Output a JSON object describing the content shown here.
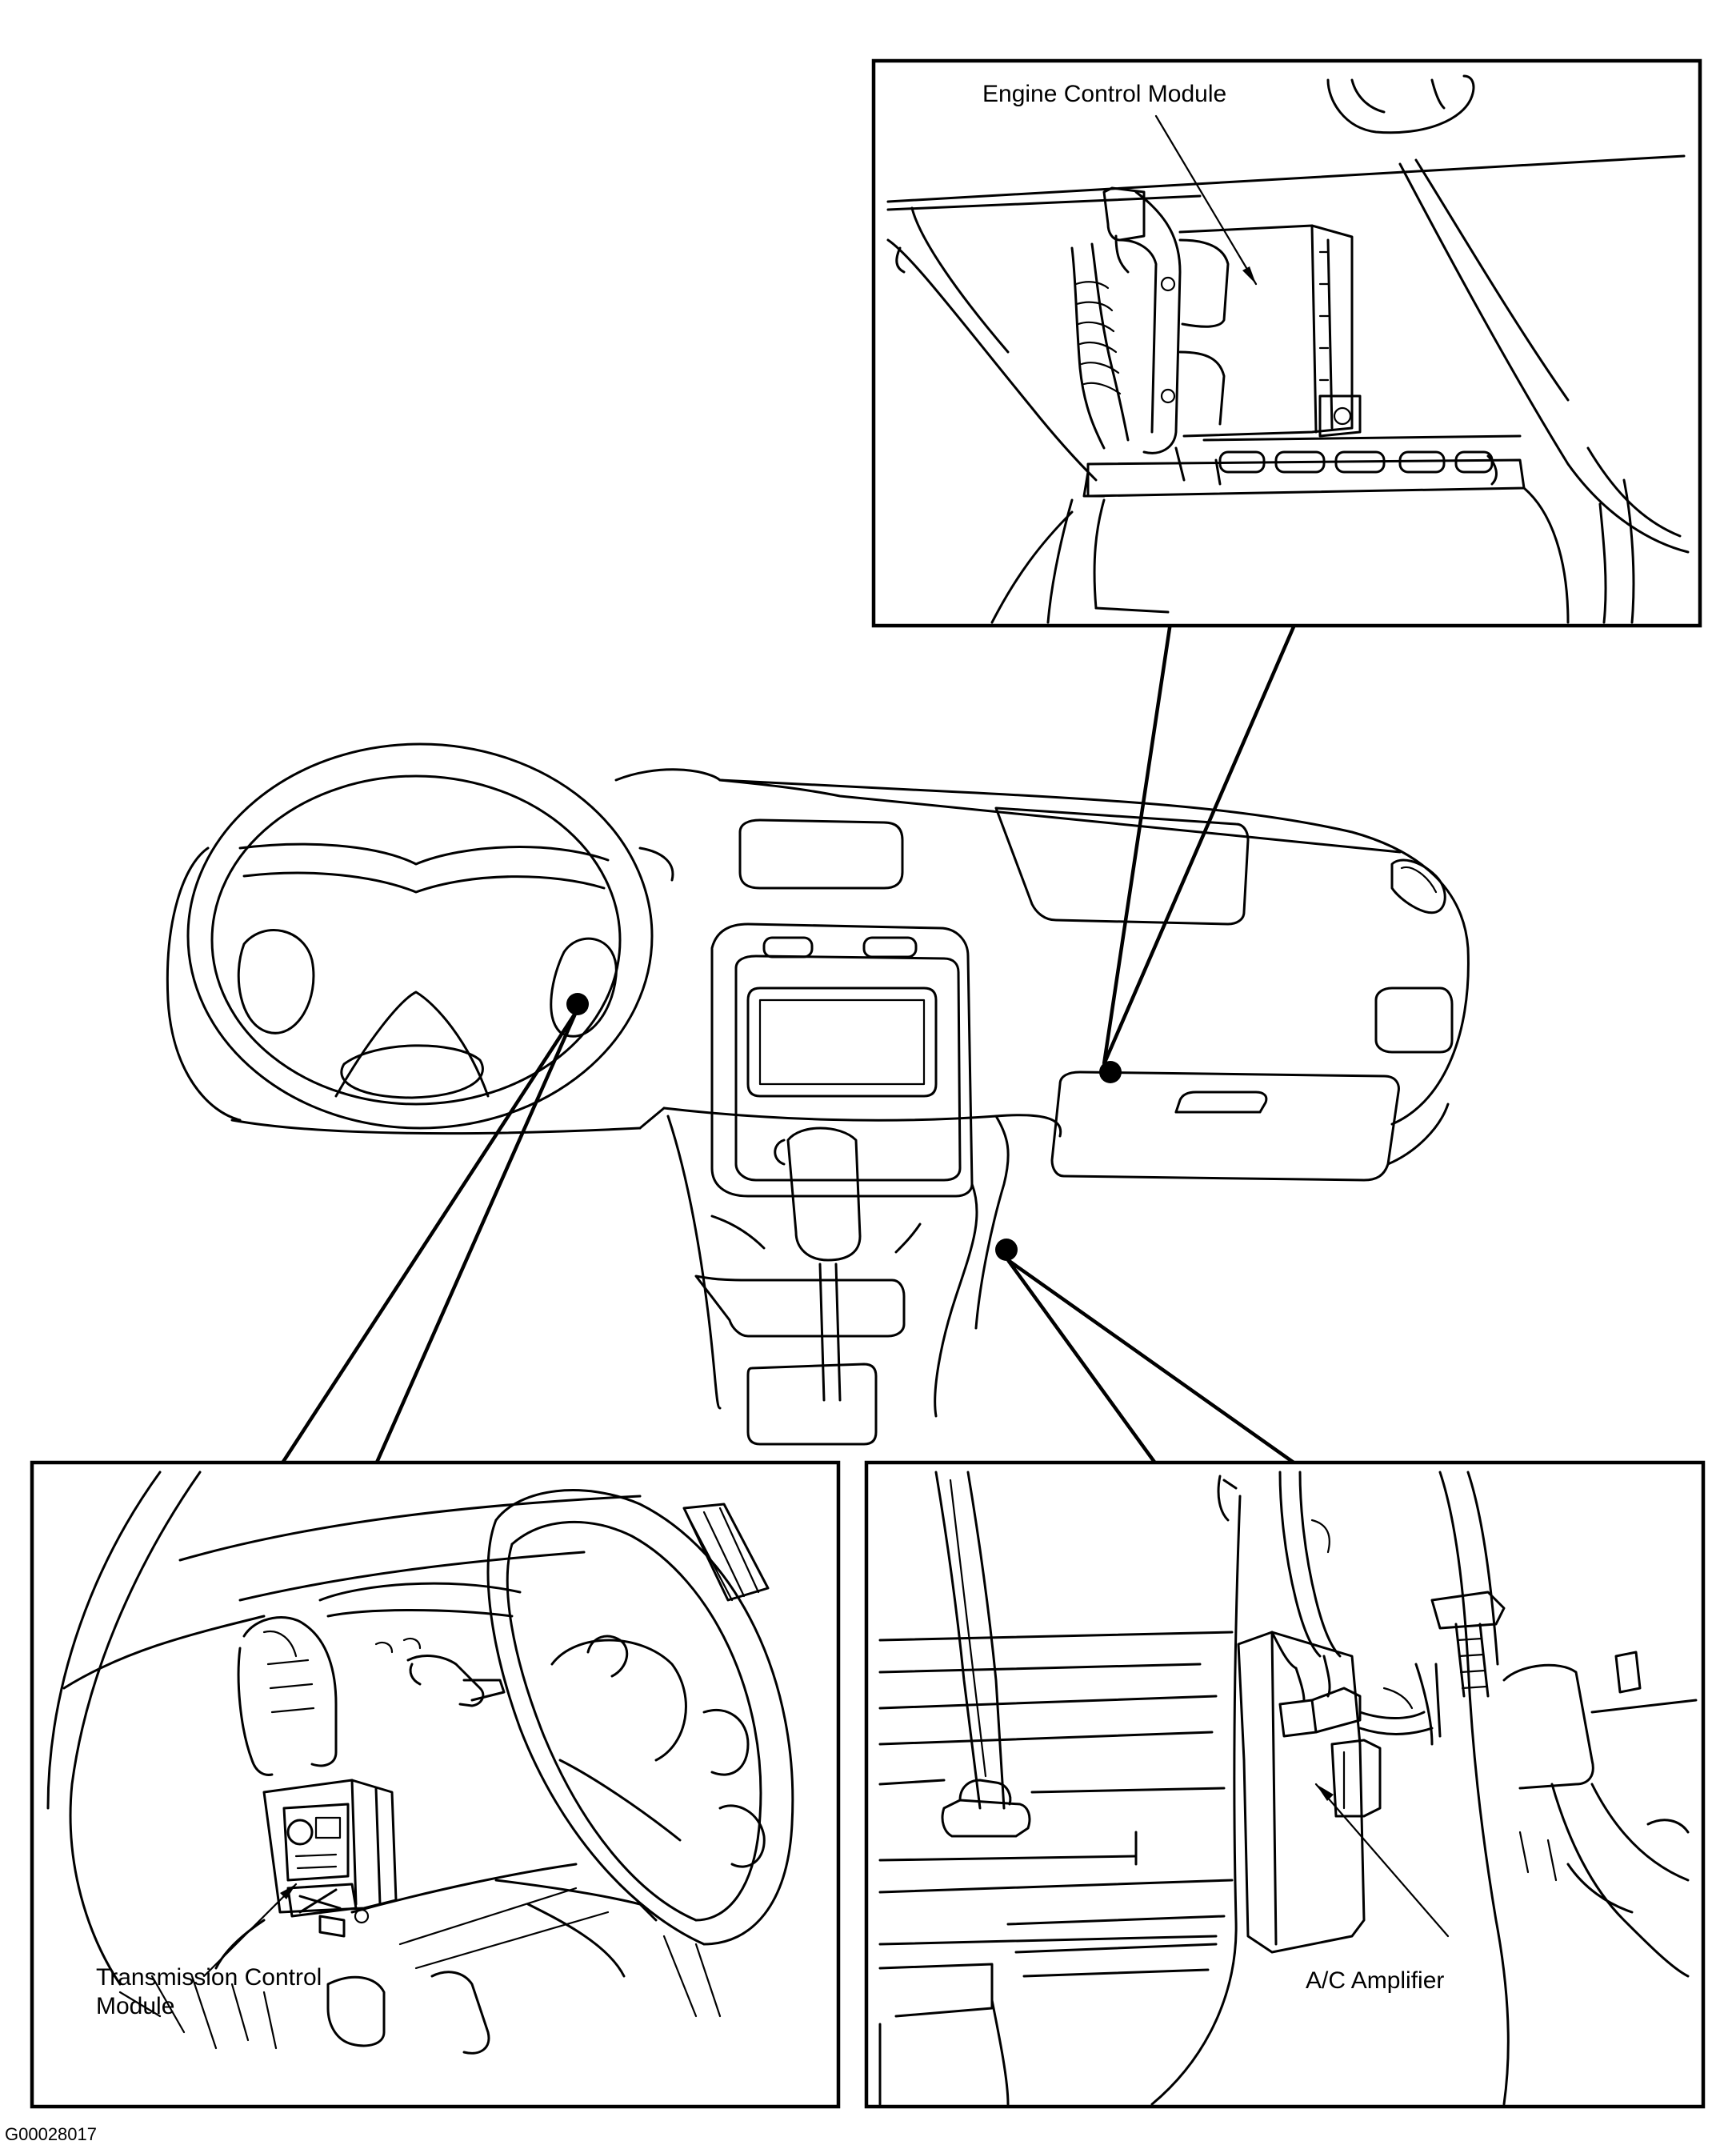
{
  "labels": {
    "engine_control_module": "Engine Control Module",
    "transmission_control_module": "Transmission Control\nModule",
    "ac_amplifier": "A/C Amplifier"
  },
  "figure_id": "G00028017"
}
